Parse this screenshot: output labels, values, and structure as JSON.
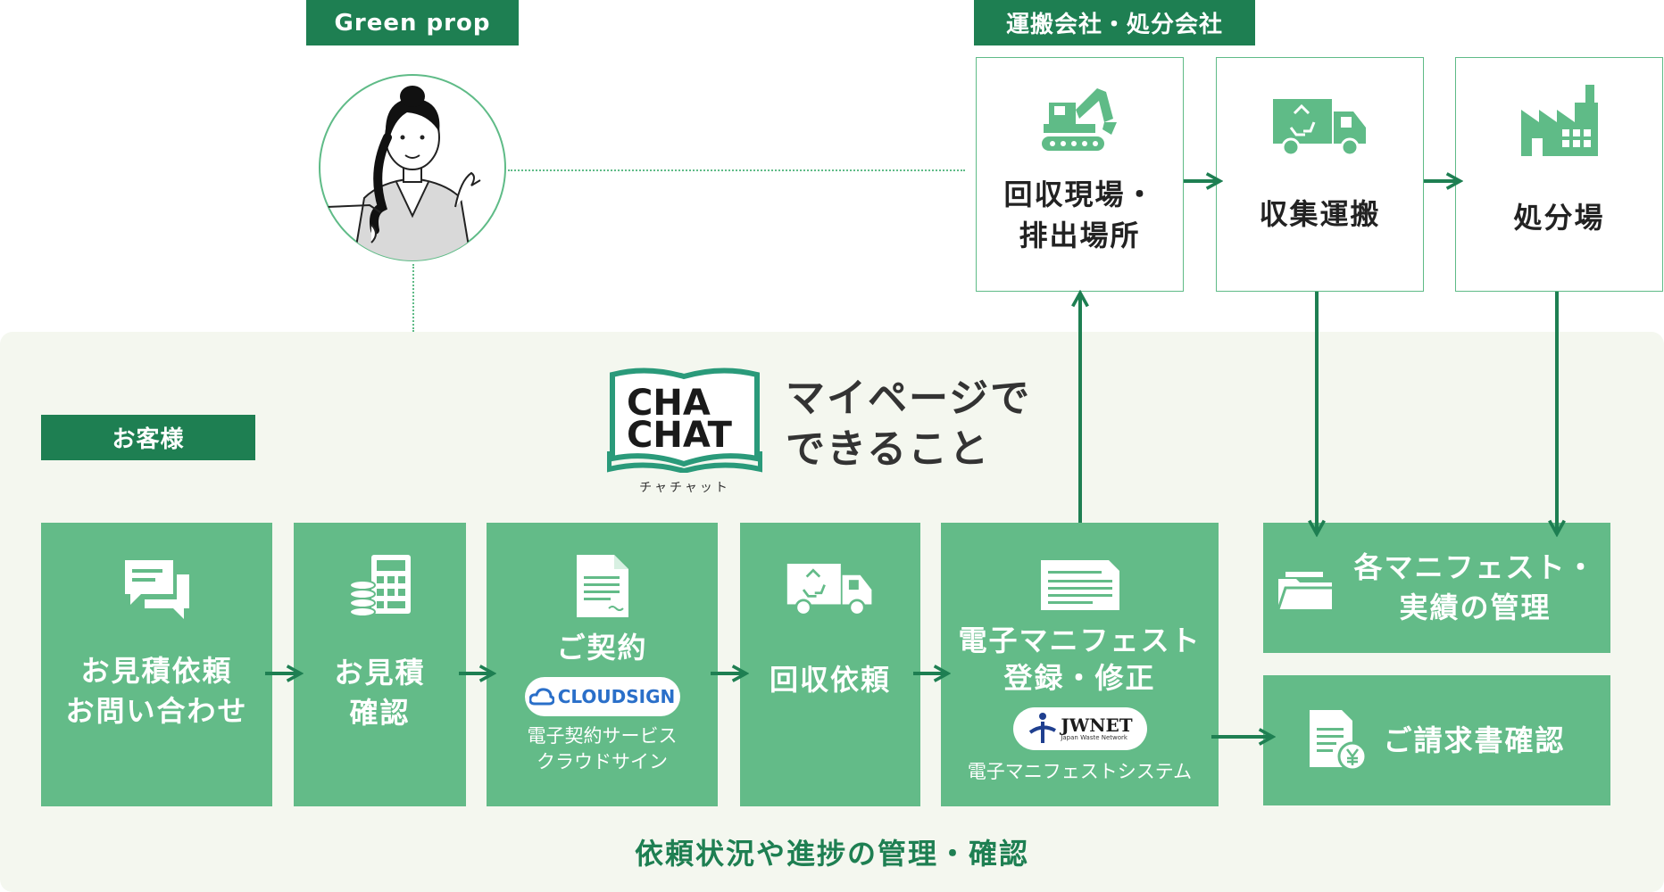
{
  "tags": {
    "green_prop": "Green prop",
    "carriers": "運搬会社・処分会社",
    "customer": "お客様"
  },
  "top_boxes": [
    {
      "label": "回収現場・\n排出場所",
      "icon": "excavator-icon"
    },
    {
      "label": "収集運搬",
      "icon": "recycle-truck-icon"
    },
    {
      "label": "処分場",
      "icon": "factory-icon"
    }
  ],
  "brand": {
    "logo_line1": "CHA",
    "logo_line2": "CHAT",
    "logo_ruby": "チャチャット",
    "tagline": "マイページで\nできること"
  },
  "steps": [
    {
      "title": "お見積依頼\nお問い合わせ",
      "icon": "chat-bubbles-icon"
    },
    {
      "title": "お見積\n確認",
      "icon": "calculator-coins-icon"
    },
    {
      "title": "ご契約",
      "icon": "document-icon",
      "badge": "CLOUDSIGN",
      "sub": "電子契約サービス\nクラウドサイン"
    },
    {
      "title": "回収依頼",
      "icon": "recycle-truck-icon"
    },
    {
      "title": "電子マニフェスト\n登録・修正",
      "icon": "manifest-form-icon",
      "badge": "JWNET",
      "badge_small": "Japan Waste Network",
      "sub": "電子マニフェストシステム"
    }
  ],
  "right_boxes": [
    {
      "title": "各マニフェスト・\n実績の管理",
      "icon": "folder-icon"
    },
    {
      "title": "ご請求書確認",
      "icon": "invoice-yen-icon"
    }
  ],
  "footer": "依頼状況や進捗の管理・確認",
  "colors": {
    "dark_green": "#1e7f52",
    "mid_green": "#63bb88",
    "panel_bg": "#f4f7ef",
    "arrow": "#1e7f52"
  }
}
